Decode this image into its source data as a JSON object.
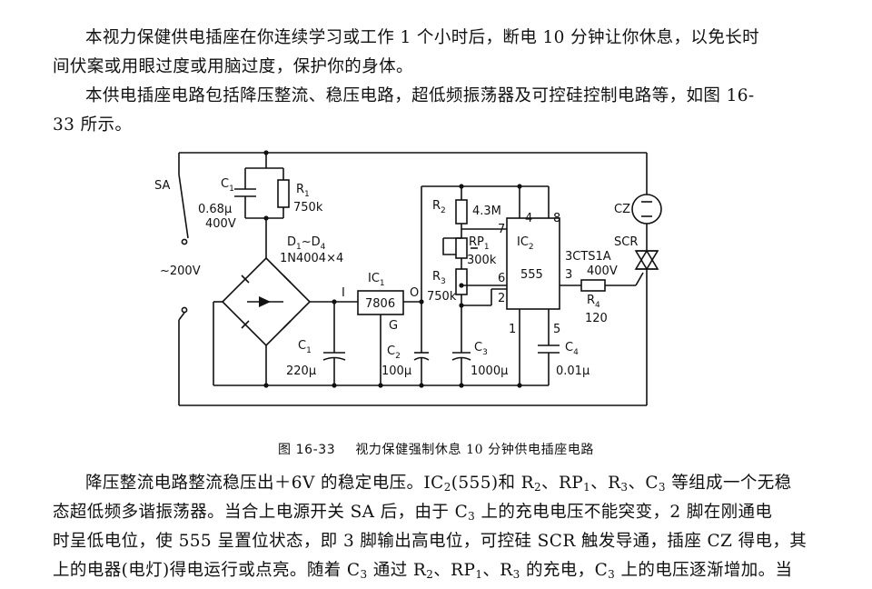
{
  "intro": {
    "p1_l1": "本视力保健供电插座在你连续学习或工作 1 个小时后，断电 10 分钟让你休息，以免长时",
    "p1_l2": "间伏案或用眼过度或用脑过度，保护你的身体。",
    "p2_l1": "本供电插座电路包括降压整流、稳压电路，超低频振荡器及可控硅控制电路等，如图 16-",
    "p2_l2": "33 所示。"
  },
  "schematic": {
    "SA": "SA",
    "C1": "C",
    "C1_sub": "1",
    "C1_value": "0.68μ",
    "C1_voltage": "400V",
    "R1": "R",
    "R1_sub": "1",
    "R1_value": "750k",
    "D1D4_a": "D",
    "D1D4_a_sub": "1",
    "D1D4_tilde": "~D",
    "D1D4_b_sub": "4",
    "D1D4_part": "1N4004×4",
    "ac_voltage": "~200V",
    "I": "I",
    "O": "O",
    "G": "G",
    "IC1": "IC",
    "IC1_sub": "1",
    "IC1_part": "7806",
    "C1b": "C",
    "C1b_sub": "1",
    "C1b_value": "220μ",
    "C2": "C",
    "C2_sub": "2",
    "C2_value": "100μ",
    "C3": "C",
    "C3_sub": "3",
    "C3_value": "1000μ",
    "R2": "R",
    "R2_sub": "2",
    "R2_value": "4.3M",
    "RP1": "RP",
    "RP1_sub": "1",
    "RP1_value": "300k",
    "R3": "R",
    "R3_sub": "3",
    "R3_value": "750k",
    "IC2": "IC",
    "IC2_sub": "2",
    "IC2_part": "555",
    "pin_7": "7",
    "pin_6": "6",
    "pin_2": "2",
    "pin_1": "1",
    "pin_4": "4",
    "pin_8": "8",
    "pin_3": "3",
    "pin_5": "5",
    "C4": "C",
    "C4_sub": "4",
    "C4_value": "0.01μ",
    "R4": "R",
    "R4_sub": "4",
    "R4_value": "120",
    "CZ": "CZ",
    "SCR": "SCR",
    "SCR_part": "3CTS1A",
    "SCR_voltage": "400V"
  },
  "caption": {
    "number": "图 16-33",
    "title": "视力保健强制休息 10 分钟供电插座电路"
  },
  "body": {
    "l1": "降压整流电路整流稳压出＋6V 的稳定电压。IC",
    "l1_sub": "2",
    "l1_b": "(555)和 R",
    "l1_sub2": "2",
    "l1_c": "、RP",
    "l1_sub3": "1",
    "l1_d": "、R",
    "l1_sub4": "3",
    "l1_e": "、C",
    "l1_sub5": "3",
    "l1_f": " 等组成一个无稳",
    "l2": "态超低频多谐振荡器。当合上电源开关 SA 后，由于 C",
    "l2_sub": "3",
    "l2_b": " 上的充电电压不能突变，2 脚在刚通电",
    "l3": "时呈低电位，使 555 呈置位状态，即 3 脚输出高电位，可控硅 SCR 触发导通，插座 CZ 得电，其",
    "l4": "上的电器(电灯)得电运行或点亮。随着 C",
    "l4_sub": "3",
    "l4_b": " 通过 R",
    "l4_sub2": "2",
    "l4_c": "、RP",
    "l4_sub3": "1",
    "l4_d": "、R",
    "l4_sub4": "3",
    "l4_e": " 的充电，C",
    "l4_sub5": "3",
    "l4_f": " 上的电压逐渐增加。当"
  }
}
